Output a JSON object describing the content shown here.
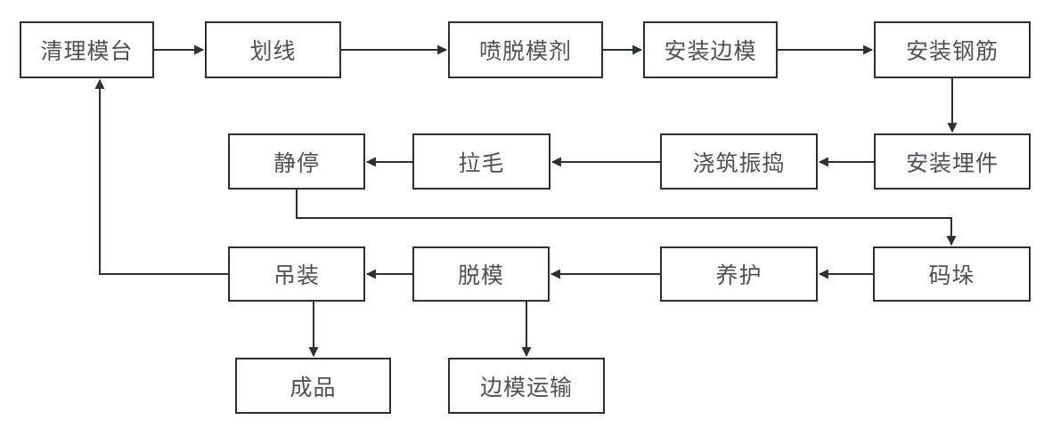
{
  "diagram": {
    "kind": "flowchart",
    "colors": {
      "line": "#2b2f36",
      "text": "#4d5157",
      "node_bg": "#ffffff"
    },
    "nodes": [
      {
        "id": "clean-table",
        "label": "清理模台"
      },
      {
        "id": "marking",
        "label": "划线"
      },
      {
        "id": "spray-release-agent",
        "label": "喷脱模剂"
      },
      {
        "id": "install-side-forms",
        "label": "安装边模"
      },
      {
        "id": "install-rebar",
        "label": "安装钢筋"
      },
      {
        "id": "resting",
        "label": "静停"
      },
      {
        "id": "roughening",
        "label": "拉毛"
      },
      {
        "id": "pour-vibrate",
        "label": "浇筑振捣"
      },
      {
        "id": "install-embeds",
        "label": "安装埋件"
      },
      {
        "id": "lifting",
        "label": "吊装"
      },
      {
        "id": "demolding",
        "label": "脱模"
      },
      {
        "id": "curing",
        "label": "养护"
      },
      {
        "id": "stacking",
        "label": "码垛"
      },
      {
        "id": "finished-product",
        "label": "成品"
      },
      {
        "id": "side-form-transport",
        "label": "边模运输"
      }
    ],
    "edges": [
      {
        "from": "清理模台",
        "to": "划线"
      },
      {
        "from": "划线",
        "to": "喷脱模剂"
      },
      {
        "from": "喷脱模剂",
        "to": "安装边模"
      },
      {
        "from": "安装边模",
        "to": "安装钢筋"
      },
      {
        "from": "安装钢筋",
        "to": "安装埋件"
      },
      {
        "from": "安装埋件",
        "to": "浇筑振捣"
      },
      {
        "from": "浇筑振捣",
        "to": "拉毛"
      },
      {
        "from": "拉毛",
        "to": "静停"
      },
      {
        "from": "静停",
        "to": "码垛"
      },
      {
        "from": "码垛",
        "to": "养护"
      },
      {
        "from": "养护",
        "to": "脱模"
      },
      {
        "from": "脱模",
        "to": "吊装"
      },
      {
        "from": "吊装",
        "to": "清理模台"
      },
      {
        "from": "吊装",
        "to": "成品"
      },
      {
        "from": "脱模",
        "to": "边模运输"
      }
    ]
  }
}
